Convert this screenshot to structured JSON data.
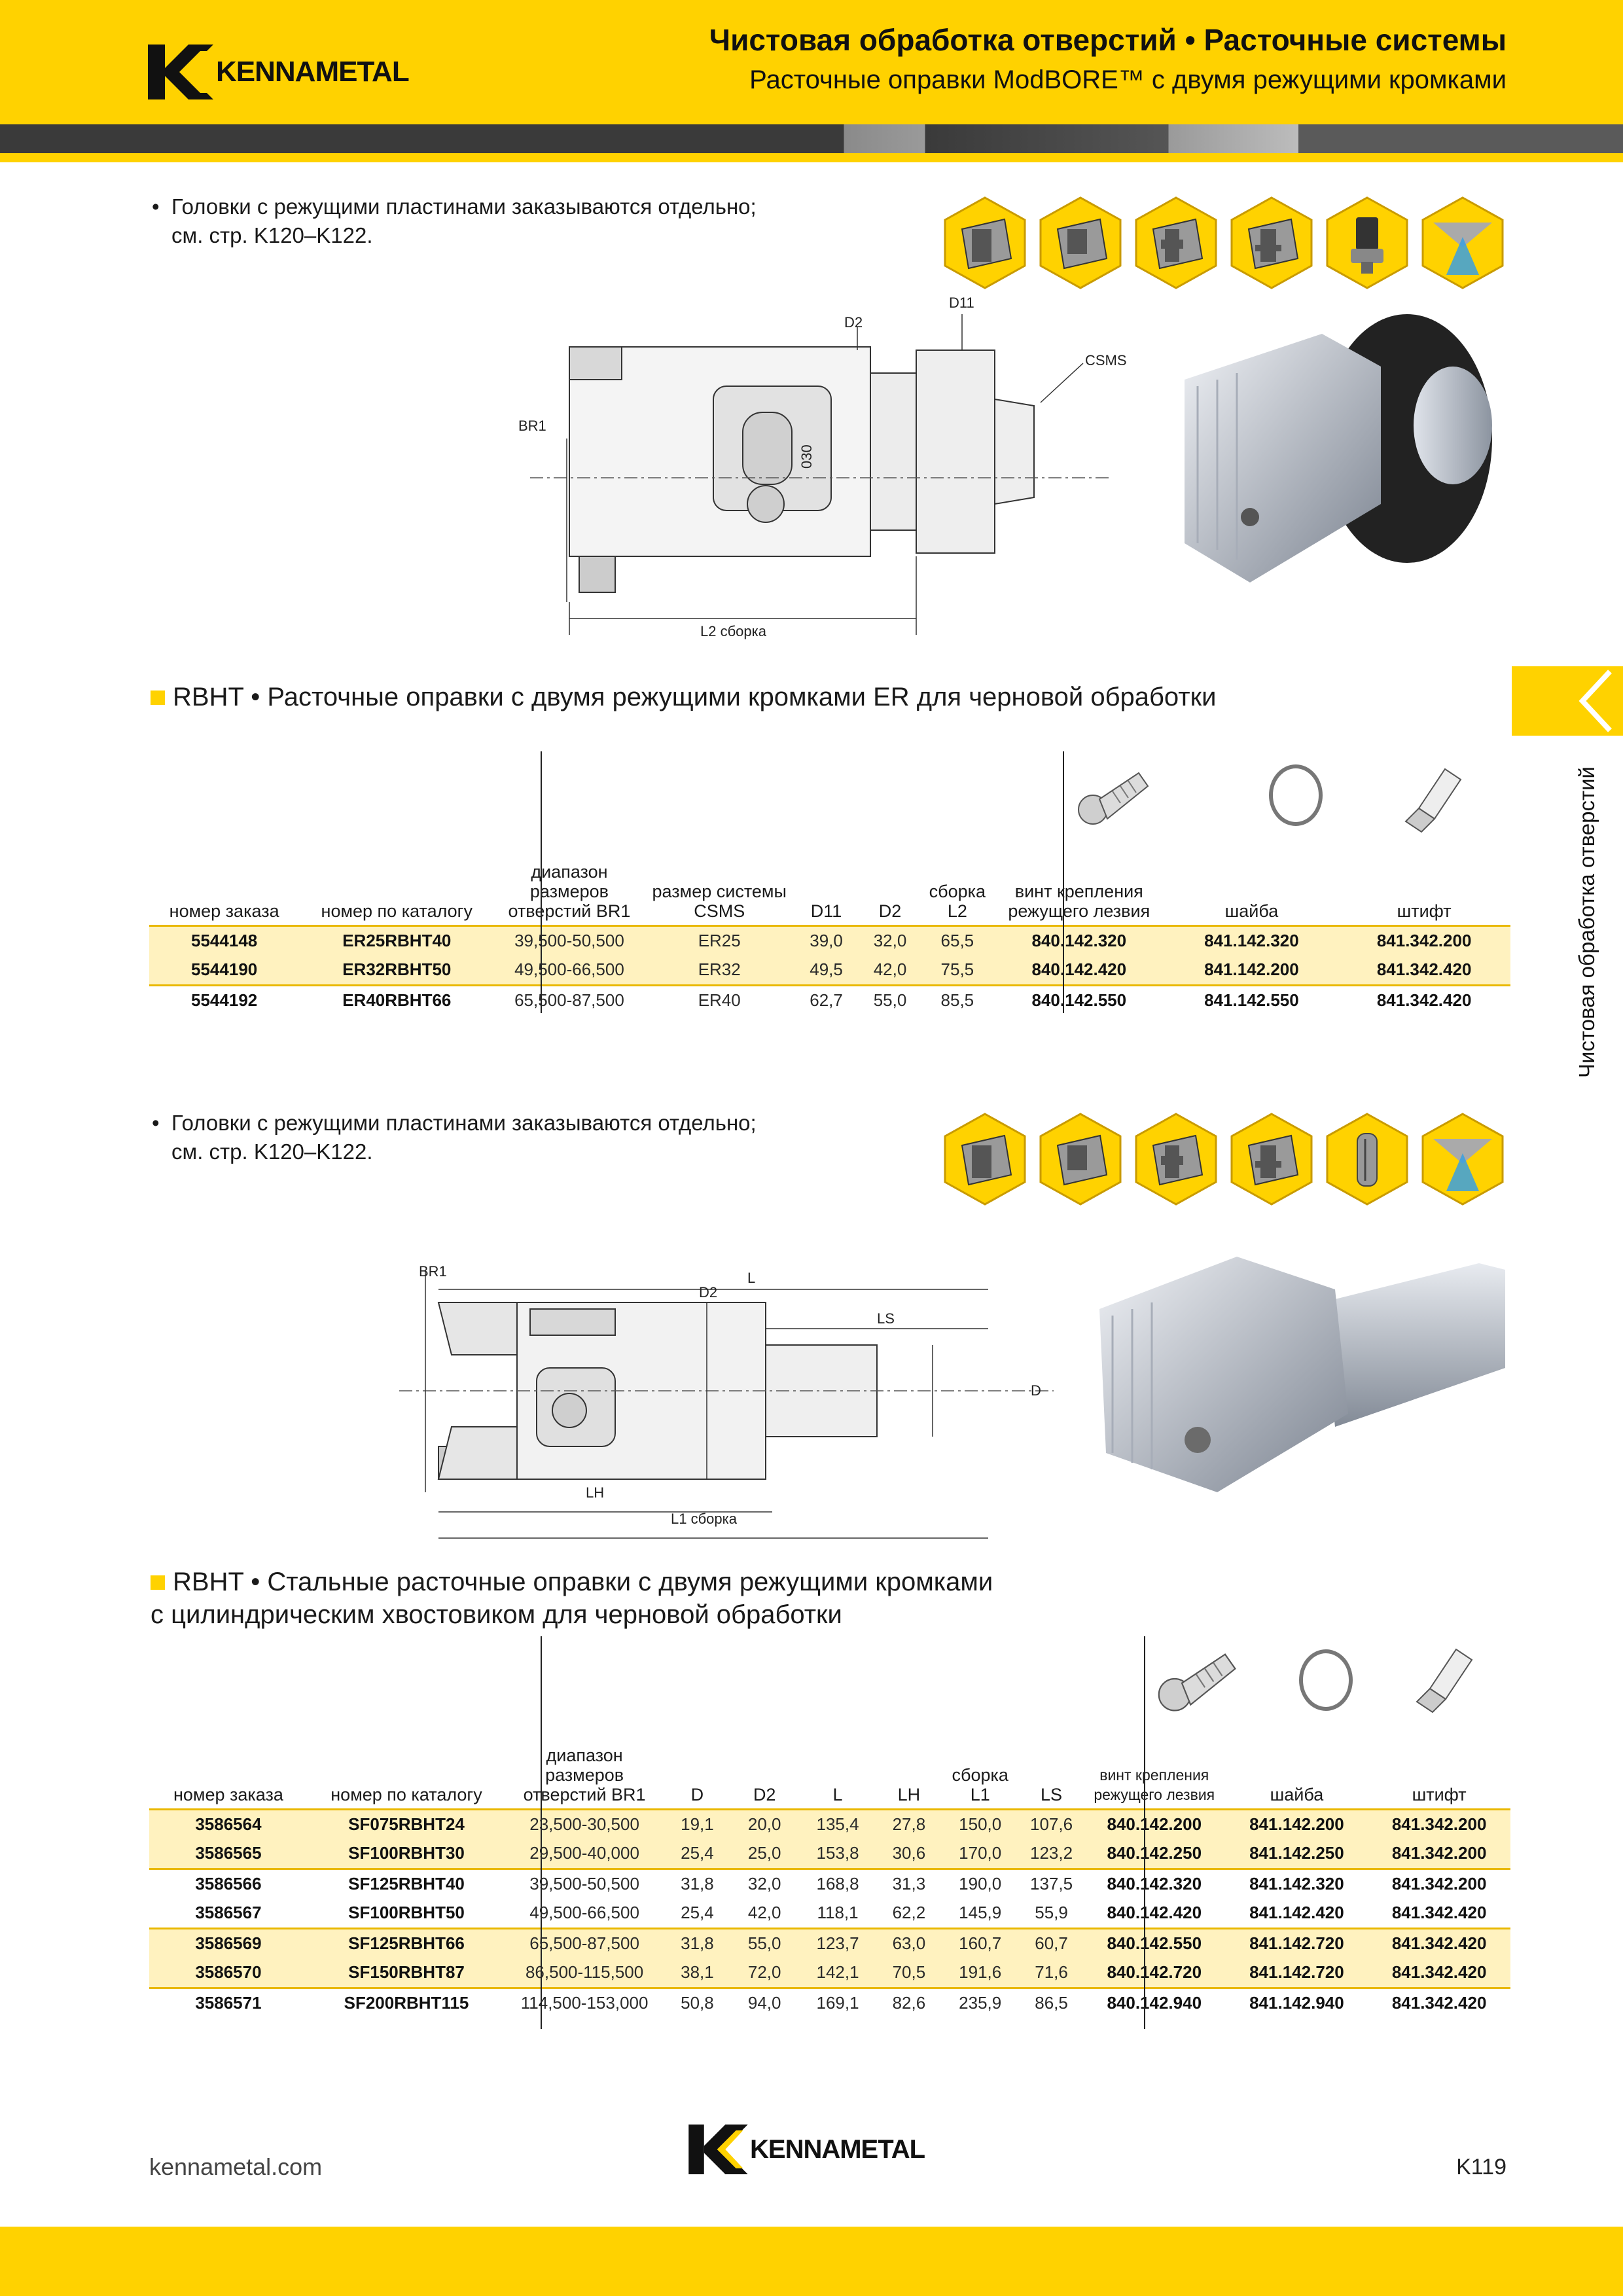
{
  "header": {
    "brand": "KENNAMETAL",
    "title": "Чистовая обработка отверстий • Расточные системы",
    "subtitle": "Расточные оправки ModBORE™ с двумя режущими кромками"
  },
  "side_tab": {
    "text": "Чистовая обработка отверстий"
  },
  "section1": {
    "note": "Головки с режущими пластинами заказываются отдельно; см. стр. K120–K122.",
    "icons": [
      "through-hole-icon",
      "blind-hole-icon",
      "step-hole-icon",
      "groove-hole-icon",
      "modular-shank-icon",
      "coolant-icon"
    ],
    "diagram_labels": {
      "d2": "D2",
      "d11": "D11",
      "csms": "CSMS",
      "br1": "BR1",
      "l2": "L2 сборка",
      "scale": "030"
    },
    "title_code": "RBHT",
    "title": "Расточные оправки с двумя режущими кромками ER для черновой обработки",
    "table": {
      "headers": {
        "order": "номер заказа",
        "catalog": "номер по каталогу",
        "range": "диапазон размеров отверстий BR1",
        "system": "размер системы CSMS",
        "d11": "D11",
        "d2": "D2",
        "l2": "сборка L2",
        "screw": "винт крепления режущего лезвия",
        "washer": "шайба",
        "pin": "штифт"
      },
      "rows": [
        {
          "order": "5544148",
          "catalog": "ER25RBHT40",
          "range": "39,500-50,500",
          "system": "ER25",
          "d11": "39,0",
          "d2": "32,0",
          "l2": "65,5",
          "screw": "840.142.320",
          "washer": "841.142.320",
          "pin": "841.342.200"
        },
        {
          "order": "5544190",
          "catalog": "ER32RBHT50",
          "range": "49,500-66,500",
          "system": "ER32",
          "d11": "49,5",
          "d2": "42,0",
          "l2": "75,5",
          "screw": "840.142.420",
          "washer": "841.142.200",
          "pin": "841.342.420"
        },
        {
          "order": "5544192",
          "catalog": "ER40RBHT66",
          "range": "65,500-87,500",
          "system": "ER40",
          "d11": "62,7",
          "d2": "55,0",
          "l2": "85,5",
          "screw": "840.142.550",
          "washer": "841.142.550",
          "pin": "841.342.420"
        }
      ]
    }
  },
  "section2": {
    "note": "Головки с режущими пластинами заказываются отдельно; см. стр. K120–K122.",
    "icons": [
      "through-hole-icon",
      "blind-hole-icon",
      "step-hole-icon",
      "groove-hole-icon",
      "cylindrical-shank-icon",
      "coolant-icon"
    ],
    "diagram_labels": {
      "br1": "BR1",
      "l": "L",
      "d2": "D2",
      "ls": "LS",
      "d": "D",
      "lh": "LH",
      "l1": "L1 сборка"
    },
    "title_code": "RBHT",
    "title_line1": "Стальные расточные оправки с двумя режущими кромками",
    "title_line2": "с цилиндрическим хвостовиком для черновой обработки",
    "table": {
      "headers": {
        "order": "номер заказа",
        "catalog": "номер по каталогу",
        "range": "диапазон размеров отверстий BR1",
        "d": "D",
        "d2": "D2",
        "l": "L",
        "lh": "LH",
        "l1": "сборка L1",
        "ls": "LS",
        "screw": "винт крепления режущего лезвия",
        "washer": "шайба",
        "pin": "штифт"
      },
      "rows": [
        {
          "order": "3586564",
          "catalog": "SF075RBHT24",
          "range": "23,500-30,500",
          "d": "19,1",
          "d2": "20,0",
          "l": "135,4",
          "lh": "27,8",
          "l1": "150,0",
          "ls": "107,6",
          "screw": "840.142.200",
          "washer": "841.142.200",
          "pin": "841.342.200"
        },
        {
          "order": "3586565",
          "catalog": "SF100RBHT30",
          "range": "29,500-40,000",
          "d": "25,4",
          "d2": "25,0",
          "l": "153,8",
          "lh": "30,6",
          "l1": "170,0",
          "ls": "123,2",
          "screw": "840.142.250",
          "washer": "841.142.250",
          "pin": "841.342.200"
        },
        {
          "order": "3586566",
          "catalog": "SF125RBHT40",
          "range": "39,500-50,500",
          "d": "31,8",
          "d2": "32,0",
          "l": "168,8",
          "lh": "31,3",
          "l1": "190,0",
          "ls": "137,5",
          "screw": "840.142.320",
          "washer": "841.142.320",
          "pin": "841.342.200"
        },
        {
          "order": "3586567",
          "catalog": "SF100RBHT50",
          "range": "49,500-66,500",
          "d": "25,4",
          "d2": "42,0",
          "l": "118,1",
          "lh": "62,2",
          "l1": "145,9",
          "ls": "55,9",
          "screw": "840.142.420",
          "washer": "841.142.420",
          "pin": "841.342.420"
        },
        {
          "order": "3586569",
          "catalog": "SF125RBHT66",
          "range": "65,500-87,500",
          "d": "31,8",
          "d2": "55,0",
          "l": "123,7",
          "lh": "63,0",
          "l1": "160,7",
          "ls": "60,7",
          "screw": "840.142.550",
          "washer": "841.142.720",
          "pin": "841.342.420"
        },
        {
          "order": "3586570",
          "catalog": "SF150RBHT87",
          "range": "86,500-115,500",
          "d": "38,1",
          "d2": "72,0",
          "l": "142,1",
          "lh": "70,5",
          "l1": "191,6",
          "ls": "71,6",
          "screw": "840.142.720",
          "washer": "841.142.720",
          "pin": "841.342.420"
        },
        {
          "order": "3586571",
          "catalog": "SF200RBHT115",
          "range": "114,500-153,000",
          "d": "50,8",
          "d2": "94,0",
          "l": "169,1",
          "lh": "82,6",
          "l1": "235,9",
          "ls": "86,5",
          "screw": "840.142.940",
          "washer": "841.142.940",
          "pin": "841.342.420"
        }
      ]
    }
  },
  "footer": {
    "url": "kennametal.com",
    "brand": "KENNAMETAL",
    "page": "K119"
  },
  "colors": {
    "brand_yellow": "#ffd200",
    "row_highlight": "#fff2bf",
    "rule": "#e9b800",
    "stripe_dark": "#3a3a3a"
  }
}
